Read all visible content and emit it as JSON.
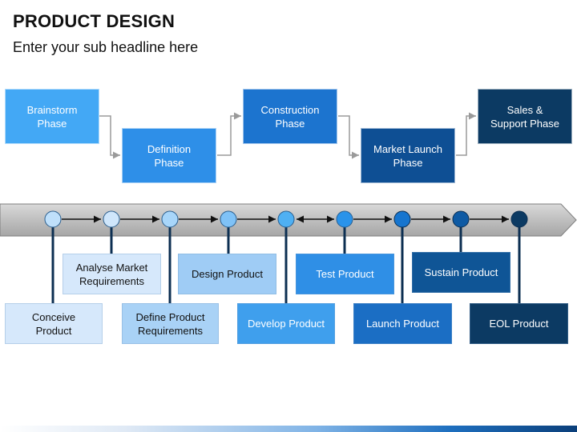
{
  "header": {
    "title": "PRODUCT DESIGN",
    "subtitle": "Enter your sub headline here"
  },
  "phases": [
    {
      "label": "Brainstorm\nPhase",
      "color": "#43a8f5"
    },
    {
      "label": "Definition\nPhase",
      "color": "#2e8fe8"
    },
    {
      "label": "Construction\nPhase",
      "color": "#1c74cf"
    },
    {
      "label": "Market Launch\nPhase",
      "color": "#0e4f94"
    },
    {
      "label": "Sales &\nSupport Phase",
      "color": "#0c3a63"
    }
  ],
  "timeline": {
    "steps_upper": [
      {
        "label": "Analyse Market\nRequirements",
        "color": "#d6e8fb",
        "text_color": "#111111"
      },
      {
        "label": "Design Product",
        "color": "#9fccf5",
        "text_color": "#111111"
      },
      {
        "label": "Test Product",
        "color": "#2f8fe6",
        "text_color": "#ffffff"
      },
      {
        "label": "Sustain Product",
        "color": "#0f5596",
        "text_color": "#ffffff"
      }
    ],
    "steps_lower": [
      {
        "label": "Conceive\nProduct",
        "color": "#d6e8fb",
        "text_color": "#111111"
      },
      {
        "label": "Define Product\nRequirements",
        "color": "#a9d2f6",
        "text_color": "#111111"
      },
      {
        "label": "Develop Product",
        "color": "#3f9fed",
        "text_color": "#ffffff"
      },
      {
        "label": "Launch Product",
        "color": "#1b6ec4",
        "text_color": "#ffffff"
      },
      {
        "label": "EOL Product",
        "color": "#0c3a63",
        "text_color": "#ffffff"
      }
    ],
    "node_colors": [
      "#bfe0fb",
      "#cfe6fb",
      "#a8d6fa",
      "#7fc2f7",
      "#4fb0f3",
      "#2a93ea",
      "#1675cf",
      "#0e5aa4",
      "#0c3a63"
    ]
  }
}
